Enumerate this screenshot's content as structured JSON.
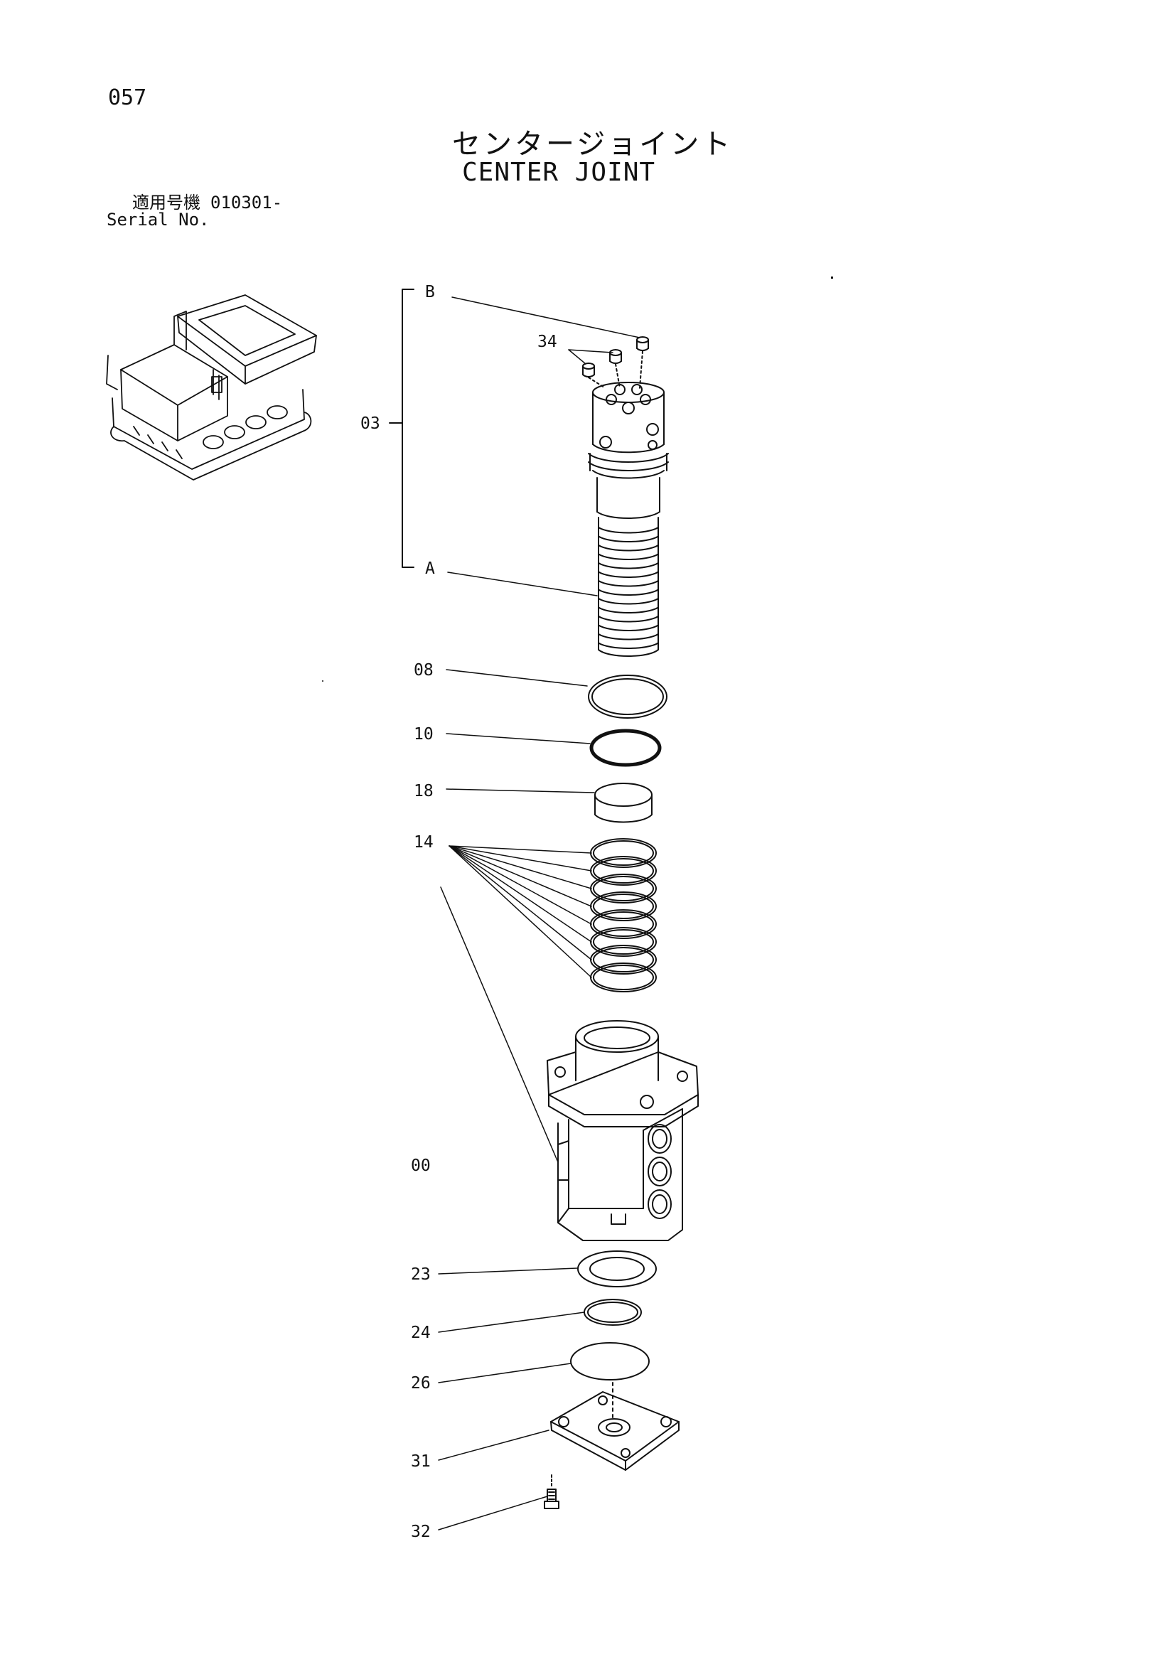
{
  "page_number": "057",
  "title_jp": "センタージョイント",
  "title_en": "CENTER JOINT",
  "serial": {
    "label_jp": "適用号機",
    "code": "010301-",
    "label_en": "Serial No."
  },
  "callouts": {
    "B": "B",
    "A": "A",
    "p03": "03",
    "p34": "34",
    "p08": "08",
    "p10": "10",
    "p18": "18",
    "p14": "14",
    "p00": "00",
    "p23": "23",
    "p24": "24",
    "p26": "26",
    "p31": "31",
    "p32": "32"
  },
  "colors": {
    "ink": "#111111",
    "paper": "#ffffff"
  }
}
